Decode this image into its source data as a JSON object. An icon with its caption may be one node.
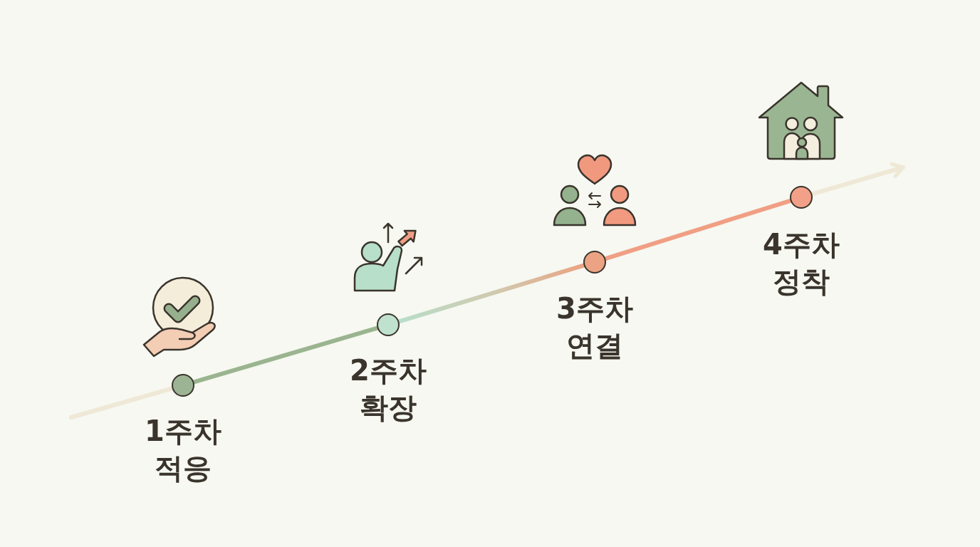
{
  "diagram": {
    "nodes": [
      {
        "text": [],
        "shape": "circle",
        "beside": [
          "1주차 적응"
        ]
      },
      {
        "text": [],
        "shape": "circle",
        "beside": [
          "2주차 확장"
        ]
      },
      {
        "text": [],
        "shape": "circle",
        "beside": [
          "3주차 연결"
        ]
      },
      {
        "text": [],
        "shape": "circle",
        "beside": [
          "4주차 정착"
        ]
      }
    ],
    "edges": [
      {
        "from": null,
        "to": 0,
        "arrow": "none",
        "color": "#efe8d6"
      },
      {
        "from": 0,
        "to": 1,
        "arrow": "none",
        "color": "#9ab48f"
      },
      {
        "from": 1,
        "to": 2,
        "arrow": "none",
        "color": "#b8dec9"
      },
      {
        "from": 2,
        "to": 3,
        "arrow": "none",
        "color": "#f09f84"
      },
      {
        "from": 3,
        "to": null,
        "arrow": "to",
        "color": "#efe8d6"
      }
    ]
  }
}
